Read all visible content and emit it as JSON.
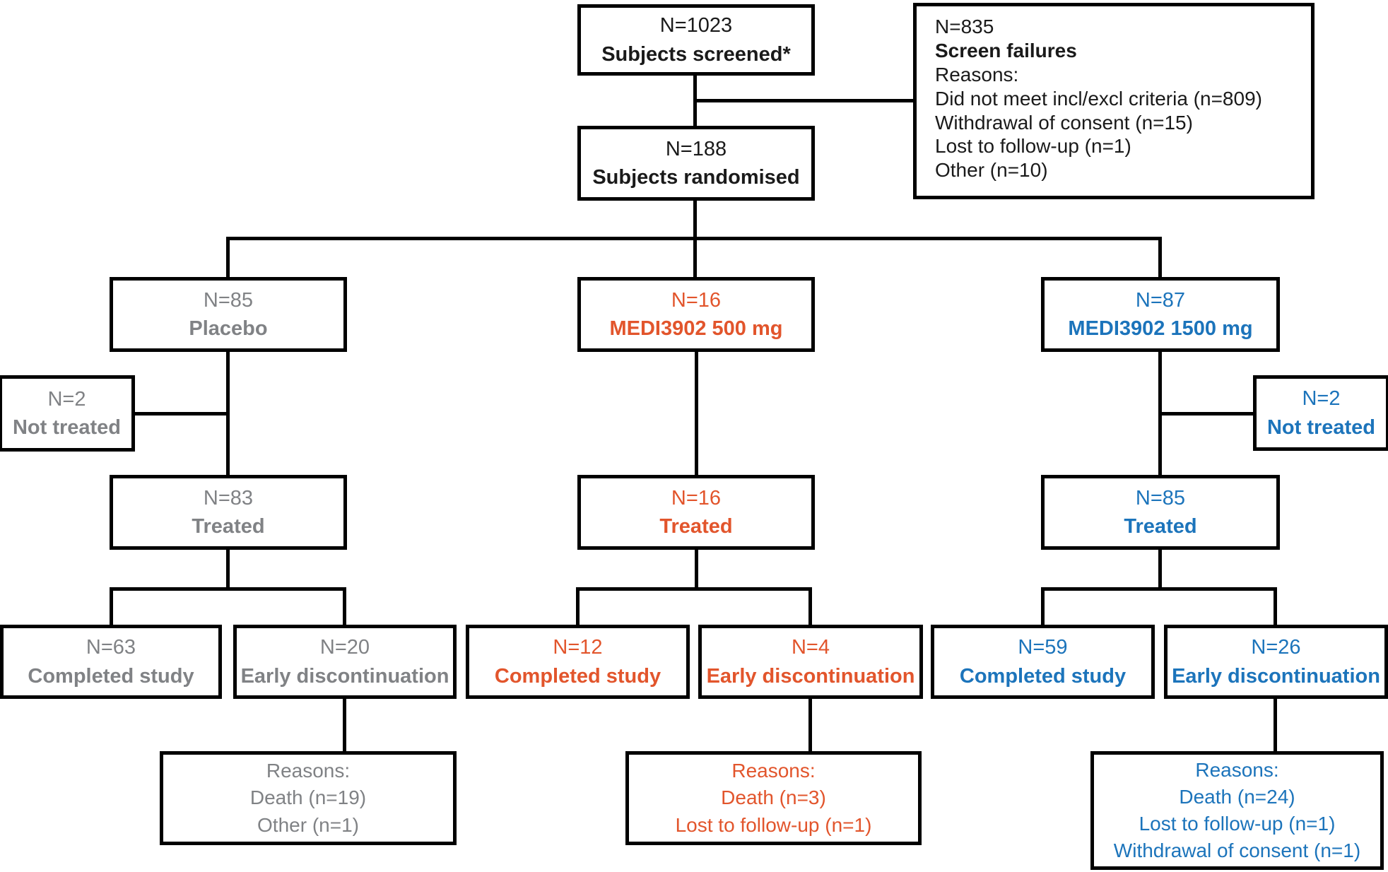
{
  "palette": {
    "ink": "#1a1a1a",
    "gray": "#808285",
    "orange": "#e2552c",
    "blue": "#1c74bb",
    "linecol": "#000000"
  },
  "screened": {
    "n": "N=1023",
    "label": "Subjects screened*"
  },
  "screen_failures": {
    "n": "N=835",
    "label": "Screen failures",
    "reasons_title": "Reasons:",
    "reasons": [
      "Did not meet incl/excl criteria (n=809)",
      "Withdrawal of consent (n=15)",
      "Lost to follow-up (n=1)",
      "Other (n=10)"
    ]
  },
  "randomised": {
    "n": "N=188",
    "label": "Subjects randomised"
  },
  "arms": {
    "placebo": {
      "arm": {
        "n": "N=85",
        "label": "Placebo"
      },
      "not_treated": {
        "n": "N=2",
        "label": "Not treated"
      },
      "treated": {
        "n": "N=83",
        "label": "Treated"
      },
      "completed": {
        "n": "N=63",
        "label": "Completed study"
      },
      "early_disc": {
        "n": "N=20",
        "label": "Early discontinuation"
      },
      "reasons": {
        "title": "Reasons:",
        "items": [
          "Death (n=19)",
          "Other (n=1)"
        ]
      }
    },
    "medi500": {
      "arm": {
        "n": "N=16",
        "label": "MEDI3902 500 mg"
      },
      "treated": {
        "n": "N=16",
        "label": "Treated"
      },
      "completed": {
        "n": "N=12",
        "label": "Completed study"
      },
      "early_disc": {
        "n": "N=4",
        "label": "Early discontinuation"
      },
      "reasons": {
        "title": "Reasons:",
        "items": [
          "Death (n=3)",
          "Lost to follow-up (n=1)"
        ]
      }
    },
    "medi1500": {
      "arm": {
        "n": "N=87",
        "label": "MEDI3902 1500 mg"
      },
      "not_treated": {
        "n": "N=2",
        "label": "Not treated"
      },
      "treated": {
        "n": "N=85",
        "label": "Treated"
      },
      "completed": {
        "n": "N=59",
        "label": "Completed study"
      },
      "early_disc": {
        "n": "N=26",
        "label": "Early discontinuation"
      },
      "reasons": {
        "title": "Reasons:",
        "items": [
          "Death (n=24)",
          "Lost to follow-up (n=1)",
          "Withdrawal of consent (n=1)"
        ]
      }
    }
  }
}
